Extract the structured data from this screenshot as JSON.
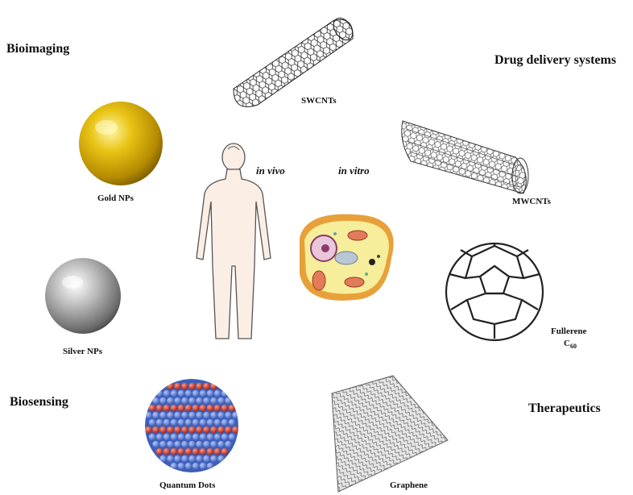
{
  "applications": {
    "bioimaging": "Bioimaging",
    "drug_delivery": "Drug delivery systems",
    "biosensing": "Biosensing",
    "therapeutics": "Therapeutics"
  },
  "materials": {
    "swcnts": "SWCNTs",
    "mwcnts": "MWCNTs",
    "gold_nps": "Gold NPs",
    "silver_nps": "Silver NPs",
    "fullerene": "Fullerene",
    "fullerene_formula": "C",
    "fullerene_subscript": "60",
    "quantum_dots": "Quantum Dots",
    "graphene": "Graphene"
  },
  "settings": {
    "in_vivo": "in vivo",
    "in_vitro": "in vitro"
  },
  "colors": {
    "gold": "#d4a900",
    "silver": "#9a9a9a",
    "cell_body": "#f6ee9a",
    "cell_edge": "#e8a13a",
    "qd_blue": "#5b7fd6",
    "qd_red": "#c0392b"
  }
}
